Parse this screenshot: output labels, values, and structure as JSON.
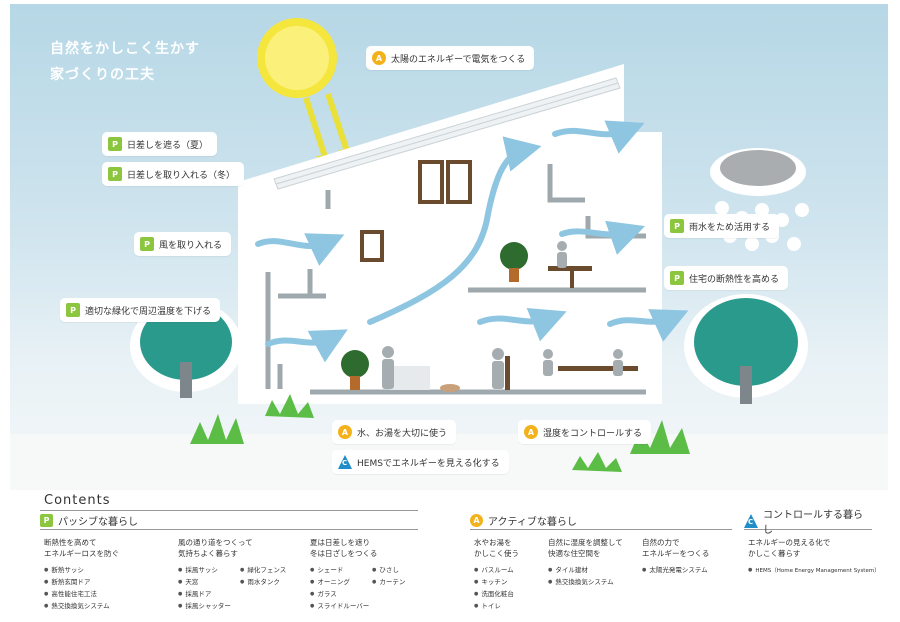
{
  "title": {
    "line1": "自然をかしこく生かす",
    "line2": "家づくりの工夫"
  },
  "badges": {
    "passive": "P",
    "active": "A",
    "control": "C"
  },
  "labels": {
    "solar": "太陽のエネルギーで電気をつくる",
    "shade_summer": "日差しを遮る（夏）",
    "sun_winter": "日差しを取り入れる（冬）",
    "wind": "風を取り入れる",
    "greenery": "適切な緑化で周辺温度を下げる",
    "rainwater": "雨水をため活用する",
    "insulation": "住宅の断熱性を高める",
    "water": "水、お湯を大切に使う",
    "humidity": "湿度をコントロールする",
    "hems": "HEMSでエネルギーを見える化する"
  },
  "colors": {
    "passive": "#8cc63e",
    "active": "#f3b21b",
    "control": "#1f8dc9",
    "sky": "#b6d7e6",
    "tree": "#2a9a8c"
  },
  "contents": {
    "title": "Contents",
    "passive": {
      "heading": "パッシブな暮らし",
      "cols": [
        {
          "desc": "断熱性を高めて\nエネルギーロスを防ぐ",
          "items": [
            "断熱サッシ",
            "断熱玄関ドア",
            "高性能住宅工法",
            "熱交換換気システム"
          ]
        },
        {
          "desc": "風の通り道をつくって\n気持ちよく暮らす",
          "items": [
            "採風サッシ",
            "天窓",
            "採風ドア",
            "採風シャッター"
          ]
        },
        {
          "desc": "",
          "items": [
            "緑化フェンス",
            "雨水タンク"
          ]
        },
        {
          "desc": "夏は日差しを遮り\n冬は日ざしをつくる",
          "items": [
            "シェード",
            "オーニング",
            "ガラス",
            "スライドルーバー"
          ]
        },
        {
          "desc": "",
          "items": [
            "ひさし",
            "カーテン"
          ]
        }
      ]
    },
    "active": {
      "heading": "アクティブな暮らし",
      "cols": [
        {
          "desc": "水やお湯を\nかしこく使う",
          "items": [
            "バスルーム",
            "キッチン",
            "洗面化粧台",
            "トイレ"
          ]
        },
        {
          "desc": "自然に湿度を調整して\n快適な住空間を",
          "items": [
            "タイル建材",
            "熱交換換気システム"
          ]
        },
        {
          "desc": "自然の力で\nエネルギーをつくる",
          "items": [
            "太陽光発電システム"
          ]
        }
      ]
    },
    "control": {
      "heading": "コントロールする暮らし",
      "cols": [
        {
          "desc": "エネルギーの見える化で\nかしこく暮らす",
          "items": [
            "HEMS（Home Energy Management System）"
          ]
        }
      ]
    }
  }
}
